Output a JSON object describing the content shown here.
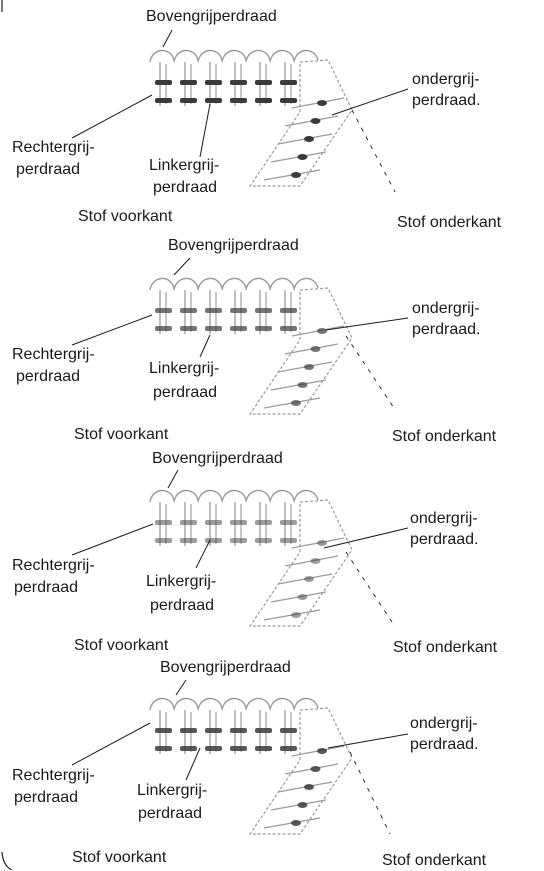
{
  "panels": [
    {
      "top_label": "Bovengrijperdraad",
      "right_label_line1": "ondergrij-",
      "right_label_line2": "perdraad.",
      "left_label_line1": "Rechtergrij-",
      "left_label_line2": "perdraad",
      "middle_label_line1": "Linkergrij-",
      "middle_label_line2": "perdraad",
      "bottom_left": "Stof voorkant",
      "bottom_right": "Stof onderkant"
    },
    {
      "top_label": "Bovengrijperdraad",
      "right_label_line1": "ondergrij-",
      "right_label_line2": "perdraad.",
      "left_label_line1": "Rechtergrij-",
      "left_label_line2": "perdraad",
      "middle_label_line1": "Linkergrij-",
      "middle_label_line2": "perdraad",
      "bottom_left": "Stof voorkant",
      "bottom_right": "Stof onderkant"
    },
    {
      "top_label": "Bovengrijperdraad",
      "right_label_line1": "ondergrij-",
      "right_label_line2": "perdraad.",
      "left_label_line1": "Rechtergrij-",
      "left_label_line2": "perdraad",
      "middle_label_line1": "Linkergrij-",
      "middle_label_line2": "perdraad",
      "bottom_left": "Stof voorkant",
      "bottom_right": "Stof onderkant"
    },
    {
      "top_label": "Bovengrijperdraad",
      "right_label_line1": "ondergrij-",
      "right_label_line2": "perdraad.",
      "left_label_line1": "Rechtergrij-",
      "left_label_line2": "perdraad",
      "middle_label_line1": "Linkergrij-",
      "middle_label_line2": "perdraad",
      "bottom_left": "Stof voorkant",
      "bottom_right": "Stof onderkant"
    }
  ],
  "colors": {
    "ink": "#1a1a1a",
    "thread": "#3a3a3a",
    "fabric": "#9a9a9a"
  }
}
